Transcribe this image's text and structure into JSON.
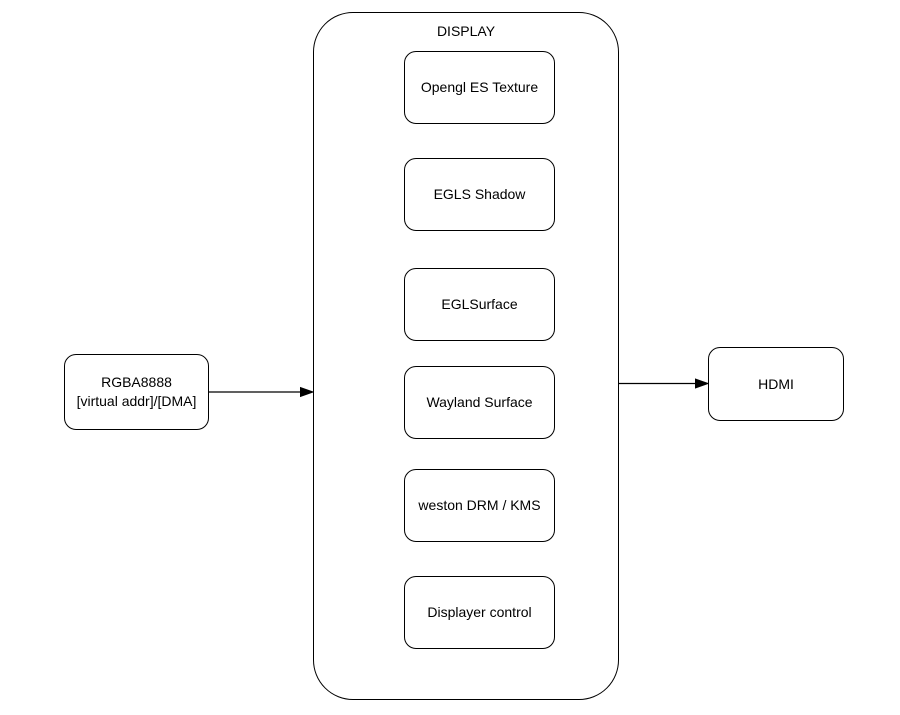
{
  "colors": {
    "stroke": "#000000",
    "text": "#000000",
    "background": "#ffffff"
  },
  "input_node": {
    "line1": "RGBA8888",
    "line2": "[virtual addr]/[DMA]"
  },
  "display_group": {
    "title": "DISPLAY",
    "items": [
      {
        "label": "Opengl ES Texture"
      },
      {
        "label": "EGLS Shadow"
      },
      {
        "label": "EGLSurface"
      },
      {
        "label": "Wayland Surface"
      },
      {
        "label": "weston DRM / KMS"
      },
      {
        "label": "Displayer control"
      }
    ]
  },
  "output_node": {
    "label": "HDMI"
  }
}
